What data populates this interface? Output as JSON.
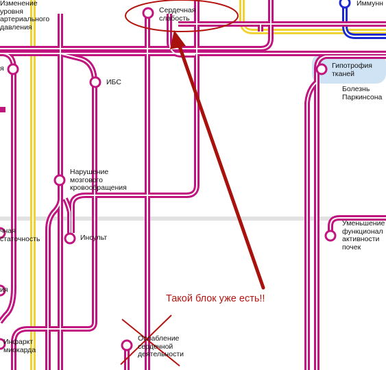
{
  "colors": {
    "magenta": "#c0147e",
    "yellow": "#f0d232",
    "blue": "#1a2ad0",
    "light_blue": "#cfe3f5",
    "band_grey": "#e2e2e2",
    "annotation_red": "#b3140f"
  },
  "stations": {
    "hypertension": [
      "Изменение",
      "уровня",
      "артериального",
      "давления"
    ],
    "heart_weakness": [
      "Сердечная",
      "слабость"
    ],
    "immune": [
      "Иммунн"
    ],
    "ibs": [
      "ИБС"
    ],
    "left_edge": [
      "я"
    ],
    "tissue_hypotrophy": [
      "Гипотрофия",
      "тканей"
    ],
    "parkinson": [
      "Болезнь",
      "Паркинсона"
    ],
    "brain_circulation": [
      "Нарушение",
      "мозгового",
      "кровообращения"
    ],
    "insufficiency": [
      "чная",
      "статочность"
    ],
    "stroke": [
      "Инсульт"
    ],
    "kidney": [
      "Уменьшение",
      "функционал",
      "активности",
      "почек"
    ],
    "left_lower": [
      "ия"
    ],
    "infarct": [
      "Инфаркт",
      "миокарда"
    ],
    "heart_activity": [
      "Ослабление",
      "сердечной",
      "деятельности"
    ]
  },
  "annotation": {
    "text": "Такой блок уже есть!!"
  }
}
